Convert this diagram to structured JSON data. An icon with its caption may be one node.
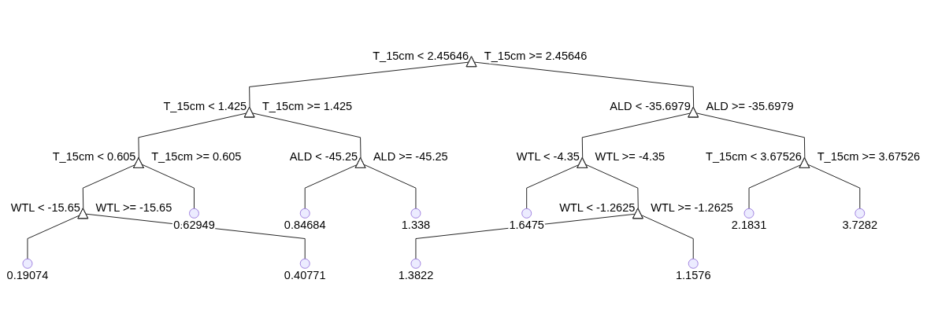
{
  "diagram": {
    "nodes": [
      {
        "text": [],
        "shape": "triangle",
        "beside": [
          "T_15cm < 2.45646",
          "T_15cm >= 2.45646"
        ]
      },
      {
        "text": [],
        "shape": "triangle",
        "beside": [
          "T_15cm < 1.425",
          "T_15cm >= 1.425"
        ]
      },
      {
        "text": [],
        "shape": "triangle",
        "beside": [
          "ALD < -35.6979",
          "ALD >= -35.6979"
        ]
      },
      {
        "text": [],
        "shape": "triangle",
        "beside": [
          "T_15cm < 0.605",
          "T_15cm >= 0.605"
        ]
      },
      {
        "text": [],
        "shape": "triangle",
        "beside": [
          "ALD < -45.25",
          "ALD >= -45.25"
        ]
      },
      {
        "text": [],
        "shape": "triangle",
        "beside": [
          "WTL < -4.35",
          "WTL >= -4.35"
        ]
      },
      {
        "text": [],
        "shape": "triangle",
        "beside": [
          "T_15cm < 3.67526",
          "T_15cm >= 3.67526"
        ]
      },
      {
        "text": [],
        "shape": "triangle",
        "beside": [
          "WTL < -15.65",
          "WTL >= -15.65"
        ]
      },
      {
        "text": [],
        "shape": "circle",
        "beside": [
          "0.62949"
        ]
      },
      {
        "text": [],
        "shape": "circle",
        "beside": [
          "0.84684"
        ]
      },
      {
        "text": [],
        "shape": "circle",
        "beside": [
          "1.338"
        ]
      },
      {
        "text": [],
        "shape": "circle",
        "beside": [
          "1.6475"
        ]
      },
      {
        "text": [],
        "shape": "triangle",
        "beside": [
          "WTL < -1.2625",
          "WTL >= -1.2625"
        ]
      },
      {
        "text": [],
        "shape": "circle",
        "beside": [
          "2.1831"
        ]
      },
      {
        "text": [],
        "shape": "circle",
        "beside": [
          "3.7282"
        ]
      },
      {
        "text": [],
        "shape": "circle",
        "beside": [
          "0.19074"
        ]
      },
      {
        "text": [],
        "shape": "circle",
        "beside": [
          "0.40771"
        ]
      },
      {
        "text": [],
        "shape": "circle",
        "beside": [
          "1.3822"
        ]
      },
      {
        "text": [],
        "shape": "circle",
        "beside": [
          "1.1576"
        ]
      }
    ],
    "edges": [
      {
        "from": 0,
        "to": 1,
        "arrow": "none"
      },
      {
        "from": 0,
        "to": 2,
        "arrow": "none"
      },
      {
        "from": 1,
        "to": 3,
        "arrow": "none"
      },
      {
        "from": 1,
        "to": 4,
        "arrow": "none"
      },
      {
        "from": 2,
        "to": 5,
        "arrow": "none"
      },
      {
        "from": 2,
        "to": 6,
        "arrow": "none"
      },
      {
        "from": 3,
        "to": 7,
        "arrow": "none"
      },
      {
        "from": 3,
        "to": 8,
        "arrow": "none"
      },
      {
        "from": 4,
        "to": 9,
        "arrow": "none"
      },
      {
        "from": 4,
        "to": 10,
        "arrow": "none"
      },
      {
        "from": 5,
        "to": 11,
        "arrow": "none"
      },
      {
        "from": 5,
        "to": 12,
        "arrow": "none"
      },
      {
        "from": 6,
        "to": 13,
        "arrow": "none"
      },
      {
        "from": 6,
        "to": 14,
        "arrow": "none"
      },
      {
        "from": 7,
        "to": 15,
        "arrow": "none"
      },
      {
        "from": 7,
        "to": 16,
        "arrow": "none"
      },
      {
        "from": 12,
        "to": 17,
        "arrow": "none"
      },
      {
        "from": 12,
        "to": 18,
        "arrow": "none"
      }
    ]
  }
}
